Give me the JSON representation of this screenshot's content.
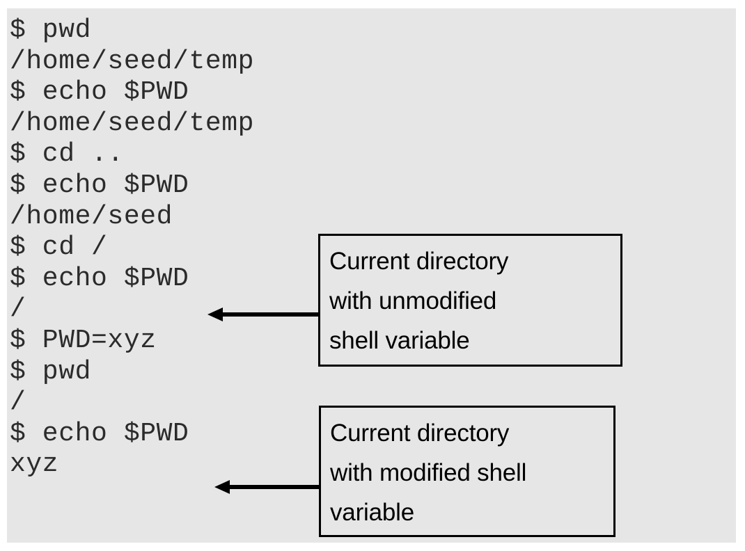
{
  "panel": {
    "background_color": "#e6e6e6",
    "page_background_color": "#ffffff"
  },
  "terminal": {
    "name": "shell-session",
    "text_color": "#2b2b2b",
    "lines": [
      "$ pwd",
      "/home/seed/temp",
      "$ echo $PWD",
      "/home/seed/temp",
      "$ cd ..",
      "$ echo $PWD",
      "/home/seed",
      "$ cd /",
      "$ echo $PWD",
      "/",
      "$ PWD=xyz",
      "$ pwd",
      "/",
      "$ echo $PWD",
      "xyz"
    ]
  },
  "callouts": [
    {
      "id": "unmodified",
      "text": "Current directory\nwith unmodified\nshell variable",
      "border_color": "#000000",
      "points_to": "$ echo $PWD"
    },
    {
      "id": "modified",
      "text": "Current directory\nwith modified shell\nvariable",
      "border_color": "#000000",
      "points_to": "$ echo $PWD"
    }
  ],
  "arrows": [
    {
      "id": "arrow-to-unmodified-echo",
      "color": "#000000",
      "direction": "left"
    },
    {
      "id": "arrow-to-modified-echo",
      "color": "#000000",
      "direction": "left"
    }
  ]
}
